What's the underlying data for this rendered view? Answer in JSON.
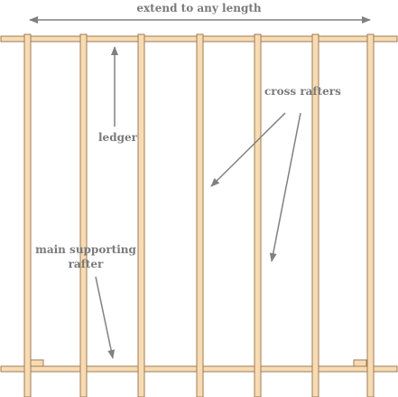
{
  "labels": {
    "extend": "extend to any length",
    "ledger": "ledger",
    "cross_rafters": "cross rafters",
    "main_rafter": "main supporting rafter"
  },
  "colors": {
    "wood_fill": "#f7dcb3",
    "wood_stroke": "#a07a55",
    "arrow": "#808080",
    "text": "#7a7a7a"
  }
}
